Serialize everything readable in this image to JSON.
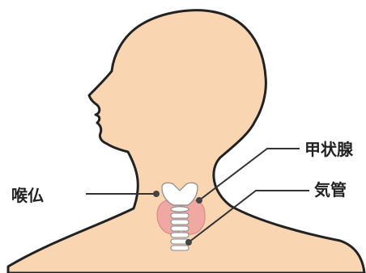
{
  "labels": {
    "thyroid": "甲状腺",
    "trachea": "気管",
    "adams_apple": "喉仏"
  },
  "colors": {
    "skin": "#FAD5B2",
    "outline": "#222222",
    "thyroid": "#F0A8A3",
    "cartilage": "#FFFFFF",
    "leader_line": "#333333",
    "marker_dot": "#444444"
  }
}
